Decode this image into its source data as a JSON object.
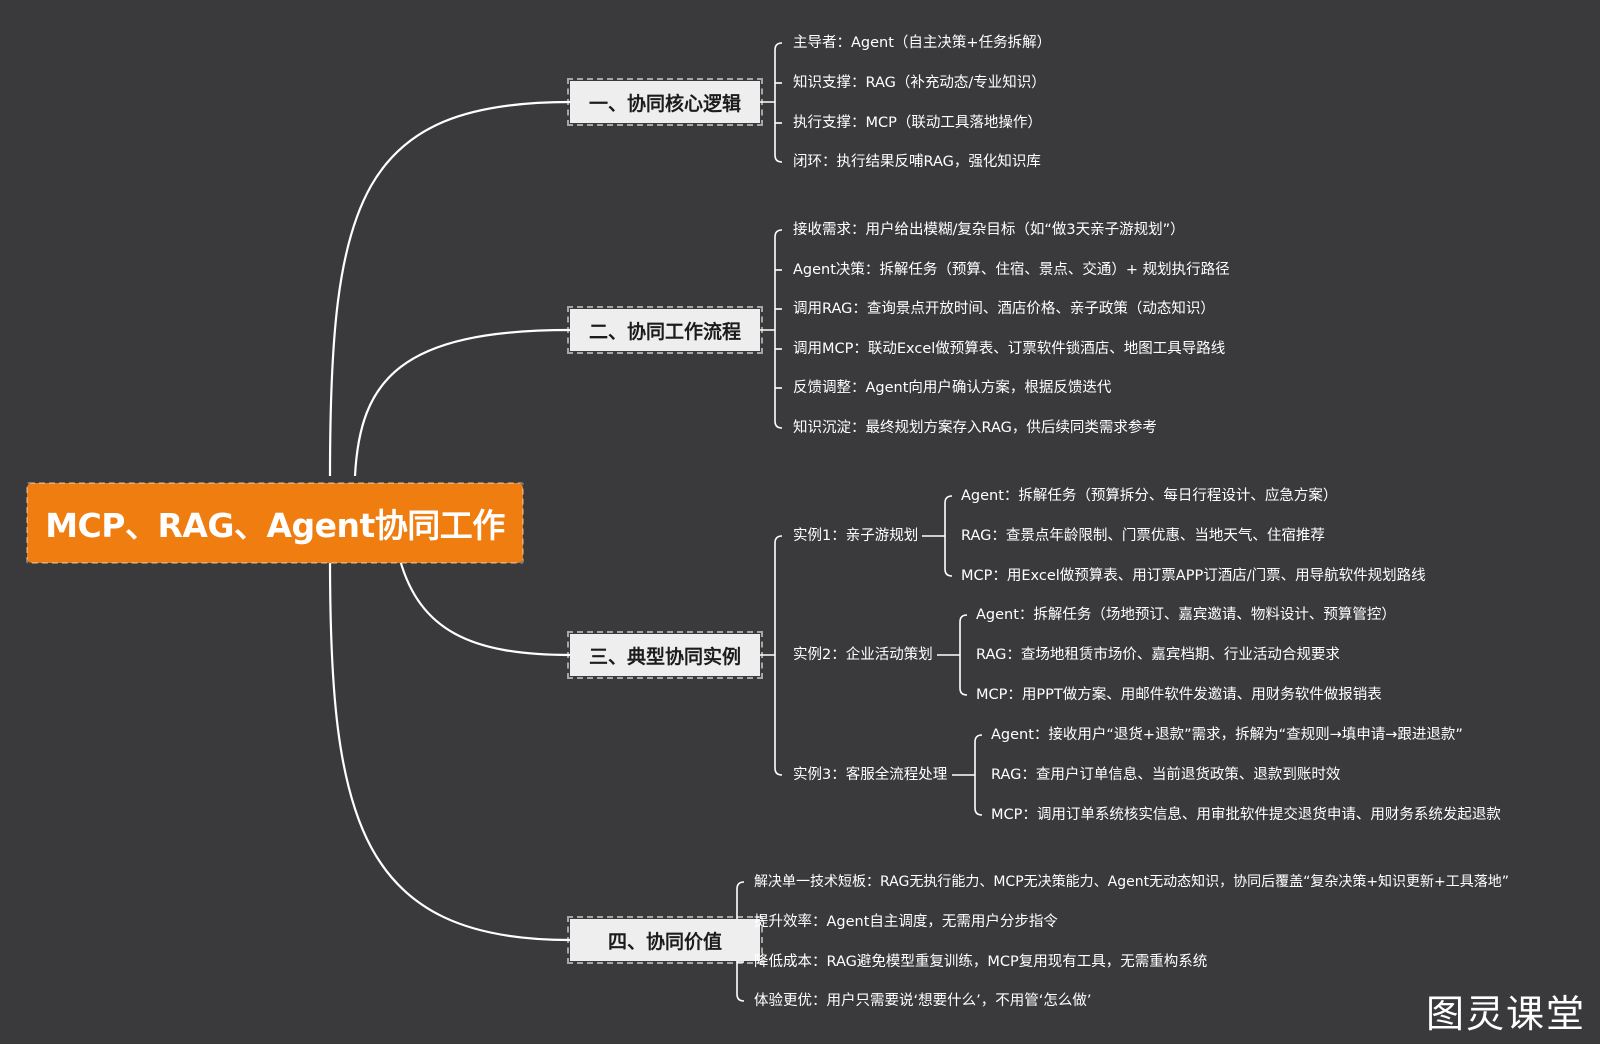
{
  "root": {
    "title": "MCP、RAG、Agent协同工作"
  },
  "branches": [
    {
      "title": "一、协同核心逻辑",
      "items": [
        "主导者：Agent（自主决策+任务拆解）",
        "知识支撑：RAG（补充动态/专业知识）",
        "执行支撑：MCP（联动工具落地操作）",
        "闭环：执行结果反哺RAG，强化知识库"
      ]
    },
    {
      "title": "二、协同工作流程",
      "items": [
        "接收需求：用户给出模糊/复杂目标（如“做3天亲子游规划”）",
        "Agent决策：拆解任务（预算、住宿、景点、交通）+ 规划执行路径",
        "调用RAG：查询景点开放时间、酒店价格、亲子政策（动态知识）",
        "调用MCP：联动Excel做预算表、订票软件锁酒店、地图工具导路线",
        "反馈调整：Agent向用户确认方案，根据反馈迭代",
        "知识沉淀：最终规划方案存入RAG，供后续同类需求参考"
      ]
    },
    {
      "title": "三、典型协同实例",
      "examples": [
        {
          "title": "实例1：亲子游规划",
          "items": [
            "Agent：拆解任务（预算拆分、每日行程设计、应急方案）",
            "RAG：查景点年龄限制、门票优惠、当地天气、住宿推荐",
            "MCP：用Excel做预算表、用订票APP订酒店/门票、用导航软件规划路线"
          ]
        },
        {
          "title": "实例2：企业活动策划",
          "items": [
            "Agent：拆解任务（场地预订、嘉宾邀请、物料设计、预算管控）",
            "RAG：查场地租赁市场价、嘉宾档期、行业活动合规要求",
            "MCP：用PPT做方案、用邮件软件发邀请、用财务软件做报销表"
          ]
        },
        {
          "title": "实例3：客服全流程处理",
          "items": [
            "Agent：接收用户“退货+退款”需求，拆解为“查规则→填申请→跟进退款”",
            "RAG：查用户订单信息、当前退货政策、退款到账时效",
            "MCP：调用订单系统核实信息、用审批软件提交退货申请、用财务系统发起退款"
          ]
        }
      ]
    },
    {
      "title": "四、协同价值",
      "items": [
        "解决单一技术短板：RAG无执行能力、MCP无决策能力、Agent无动态知识，协同后覆盖“复杂决策+知识更新+工具落地”",
        "提升效率：Agent自主调度，无需用户分步指令",
        "降低成本：RAG避免模型重复训练，MCP复用现有工具，无需重构系统",
        "体验更优：用户只需要说‘想要什么’，不用管‘怎么做’"
      ]
    }
  ],
  "watermark": "图灵课堂"
}
